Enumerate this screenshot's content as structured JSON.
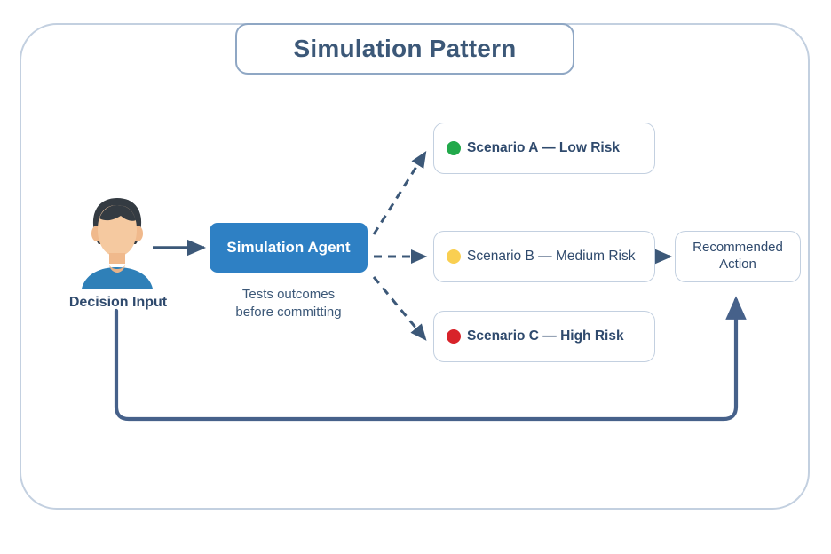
{
  "diagram": {
    "title": "Simulation Pattern",
    "input": {
      "label": "Decision Input",
      "icon": "user-avatar-icon"
    },
    "agent": {
      "label": "Simulation Agent",
      "caption_line1": "Tests outcomes",
      "caption_line2": "before committing"
    },
    "scenarios": [
      {
        "text": "Scenario A — Low Risk",
        "dot_color": "#22a94b",
        "bold": true
      },
      {
        "text": "Scenario B — Medium Risk",
        "dot_color": "#f9cf51",
        "bold": false
      },
      {
        "text": "Scenario C — High Risk",
        "dot_color": "#d8232a",
        "bold": true
      }
    ],
    "output": {
      "line1": "Recommended",
      "line2": "Action"
    },
    "colors": {
      "frame_border": "#c3d0e0",
      "title_text": "#3c5878",
      "title_border": "#8fa7c4",
      "agent_fill": "#2e80c4",
      "agent_text": "#ffffff",
      "body_text": "#2f4a6d",
      "arrow": "#3c5878",
      "feedback_arrow": "#46618a",
      "avatar_hair": "#343b42",
      "avatar_skin": "#f5c9a0",
      "avatar_shirt": "#2f80b8"
    }
  }
}
